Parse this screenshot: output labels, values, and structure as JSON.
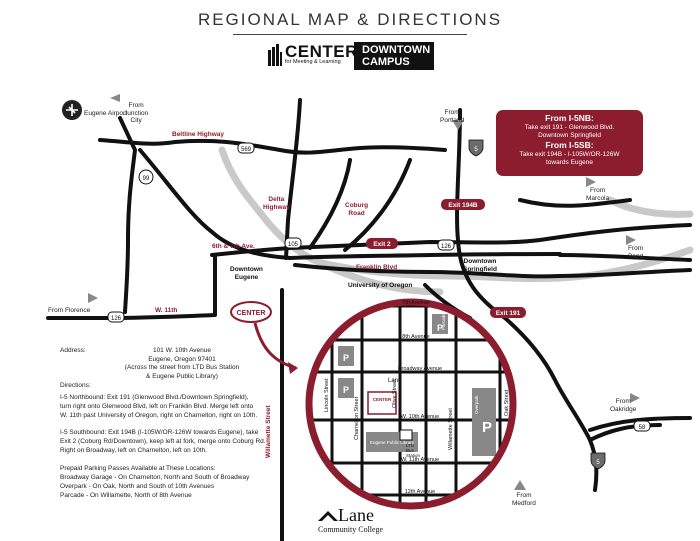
{
  "header": {
    "title": "REGIONAL MAP & DIRECTIONS",
    "center_logo_name": "CENTER",
    "center_logo_sub": "for Meeting & Learning",
    "campus_label_line1": "DOWNTOWN",
    "campus_label_line2": "CAMPUS"
  },
  "directions_box": {
    "i5nb_heading": "From I-5NB:",
    "i5nb_text_1": "Take exit 191 - Glenwood Blvd.",
    "i5nb_text_2": "Downtown Springfield",
    "i5sb_heading": "From I-5SB:",
    "i5sb_text_1": "Take exit 194B - I-105W/OR-126W",
    "i5sb_text_2": "towards Eugene",
    "accent_color": "#8c1d2f"
  },
  "address": {
    "heading": "Address:",
    "line1": "101 W. 10th Avenue",
    "line2": "Eugene, Oregon 97401",
    "line3": "(Across the street from LTD Bus Station",
    "line4": "& Eugene Public Library)"
  },
  "directions": {
    "heading": "Directions:",
    "nb_1": "I-5 Northbound: Exit 191 (Glenwood Blvd./Downtown Springfield),",
    "nb_2": "turn right onto Glenwood Blvd, left on Franklin Blvd.  Merge left onto",
    "nb_3": "W. 11th past University of Oregon, right on Charnelton, right on 10th.",
    "sb_1": "I-5 Southbound: Exit 194B (I-105W/OR-126W towards Eugene), take",
    "sb_2": "Exit 2 (Coburg Rd/Downtown), keep left at fork, merge onto Coburg Rd.",
    "sb_3": "Right on Broadway, left on Charnelton, left on 10th.",
    "parking_1": "Prepaid Parking Passes Available at These Locations:",
    "parking_2": "Broadway Garage - On Charnelton, North and South of Broadway",
    "parking_3": "Overpark - On Oak, North and South of 10th Avenues",
    "parking_4": "Parcade - On Willamette, North of 8th Avenue"
  },
  "map": {
    "eugene_airport": "Eugene Airport",
    "from_junction_1": "From",
    "from_junction_2": "Junction",
    "from_junction_3": "City",
    "beltline": "Beltline Highway",
    "shield_569": "569",
    "shield_99": "99",
    "delta_1": "Delta",
    "delta_2": "Highway",
    "coburg_1": "Coburg",
    "coburg_2": "Road",
    "from_portland_1": "From",
    "from_portland_2": "Portland",
    "shield_i5_top": "5",
    "exit_194b": "Exit 194B",
    "from_marcola_1": "From",
    "from_marcola_2": "Marcola",
    "sixth_seventh": "6th & 7th Ave.",
    "shield_105": "105",
    "exit_2": "Exit 2",
    "shield_126_east": "126",
    "downtown_springfield_1": "Downtown",
    "downtown_springfield_2": "Springfield",
    "from_bend_1": "From",
    "from_bend_2": "Bend",
    "downtown_eugene_1": "Downtown",
    "downtown_eugene_2": "Eugene",
    "franklin": "Franklin Blvd",
    "university": "University of Oregon",
    "from_florence": "From Florence",
    "shield_126_west": "126",
    "w11th": "W. 11th",
    "exit_191": "Exit 191",
    "center_tag": "CENTER",
    "willamette_street": "Willamette Street",
    "from_oakridge_1": "From",
    "from_oakridge_2": "Oakridge",
    "shield_58": "58",
    "shield_i5_bottom": "5",
    "from_medford_1": "From",
    "from_medford_2": "Medford"
  },
  "inset": {
    "seventh": "7th Avenue",
    "eighth": "8th Avenue",
    "broadway": "Broadway Avenue",
    "w10th": "W. 10th Avenue",
    "w11th": "W. 11th Avenue",
    "twelfth": "12th Avenue",
    "lincoln": "Lincoln Street",
    "charnelton": "Charnelton Street",
    "olive": "Olive Street",
    "willamette": "Willamette Street",
    "oak": "Oak Street",
    "parcade": "Parcade",
    "overpark": "Overpark",
    "parking_p": "P",
    "library": "Eugene Public Library",
    "ltd_1": "LTD",
    "ltd_2": "Bus",
    "ltd_3": "Station",
    "lane_mini": "Lane",
    "center_mini": "CENTER"
  },
  "footer": {
    "lane": "Lane",
    "college": "Community College"
  }
}
